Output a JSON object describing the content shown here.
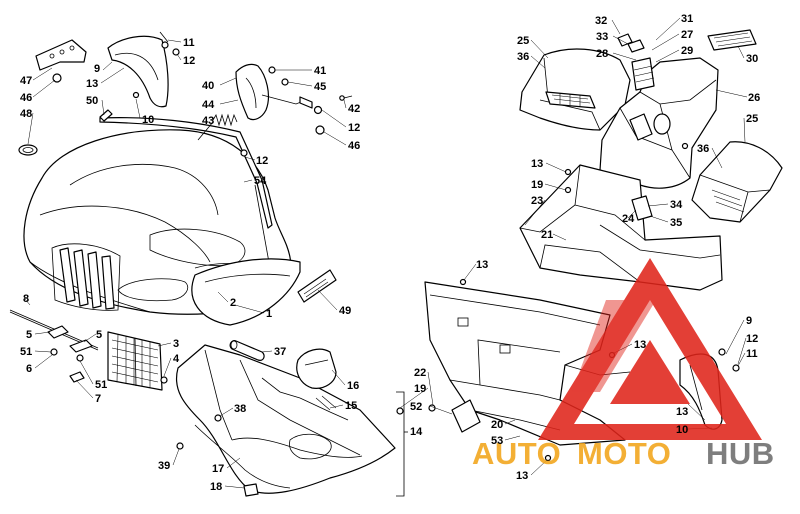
{
  "callouts": [
    {
      "id": "c1",
      "text": "11"
    },
    {
      "id": "c2",
      "text": "12"
    },
    {
      "id": "c3",
      "text": "9"
    },
    {
      "id": "c4",
      "text": "13"
    },
    {
      "id": "c5",
      "text": "50"
    },
    {
      "id": "c6",
      "text": "10"
    },
    {
      "id": "c7",
      "text": "47"
    },
    {
      "id": "c8",
      "text": "46"
    },
    {
      "id": "c9",
      "text": "48"
    },
    {
      "id": "c10",
      "text": "41"
    },
    {
      "id": "c11",
      "text": "45"
    },
    {
      "id": "c12",
      "text": "40"
    },
    {
      "id": "c13",
      "text": "44"
    },
    {
      "id": "c14",
      "text": "43"
    },
    {
      "id": "c15",
      "text": "42"
    },
    {
      "id": "c16",
      "text": "12"
    },
    {
      "id": "c17",
      "text": "46"
    },
    {
      "id": "c18",
      "text": "12"
    },
    {
      "id": "c19",
      "text": "54"
    },
    {
      "id": "c20",
      "text": "2"
    },
    {
      "id": "c21",
      "text": "1"
    },
    {
      "id": "c22",
      "text": "49"
    },
    {
      "id": "c23",
      "text": "8"
    },
    {
      "id": "c24",
      "text": "5"
    },
    {
      "id": "c25",
      "text": "5"
    },
    {
      "id": "c26",
      "text": "51"
    },
    {
      "id": "c27",
      "text": "6"
    },
    {
      "id": "c28",
      "text": "51"
    },
    {
      "id": "c29",
      "text": "7"
    },
    {
      "id": "c30",
      "text": "3"
    },
    {
      "id": "c31",
      "text": "4"
    },
    {
      "id": "c32",
      "text": "37"
    },
    {
      "id": "c33",
      "text": "16"
    },
    {
      "id": "c34",
      "text": "15"
    },
    {
      "id": "c35",
      "text": "38"
    },
    {
      "id": "c36",
      "text": "39"
    },
    {
      "id": "c37",
      "text": "17"
    },
    {
      "id": "c38",
      "text": "18"
    },
    {
      "id": "c39",
      "text": "22"
    },
    {
      "id": "c40",
      "text": "19"
    },
    {
      "id": "c41",
      "text": "52"
    },
    {
      "id": "c42",
      "text": "14"
    },
    {
      "id": "c43",
      "text": "32"
    },
    {
      "id": "c44",
      "text": "31"
    },
    {
      "id": "c45",
      "text": "33"
    },
    {
      "id": "c46",
      "text": "27"
    },
    {
      "id": "c47",
      "text": "28"
    },
    {
      "id": "c48",
      "text": "29"
    },
    {
      "id": "c49",
      "text": "25"
    },
    {
      "id": "c50",
      "text": "36"
    },
    {
      "id": "c51",
      "text": "30"
    },
    {
      "id": "c52",
      "text": "26"
    },
    {
      "id": "c53",
      "text": "25"
    },
    {
      "id": "c54",
      "text": "36"
    },
    {
      "id": "c55",
      "text": "13"
    },
    {
      "id": "c56",
      "text": "19"
    },
    {
      "id": "c57",
      "text": "23"
    },
    {
      "id": "c58",
      "text": "34"
    },
    {
      "id": "c59",
      "text": "24"
    },
    {
      "id": "c60",
      "text": "35"
    },
    {
      "id": "c61",
      "text": "21"
    },
    {
      "id": "c62",
      "text": "13"
    },
    {
      "id": "c63",
      "text": "9"
    },
    {
      "id": "c64",
      "text": "12"
    },
    {
      "id": "c65",
      "text": "13"
    },
    {
      "id": "c66",
      "text": "11"
    },
    {
      "id": "c67",
      "text": "13"
    },
    {
      "id": "c68",
      "text": "10"
    },
    {
      "id": "c69",
      "text": "20"
    },
    {
      "id": "c70",
      "text": "53"
    },
    {
      "id": "c71",
      "text": "13"
    }
  ],
  "watermark": {
    "part1": "AUTO",
    "part2": "MOTO",
    "part3": "HUB",
    "color_red": "#e0251b",
    "color_orange": "#f2a51a",
    "color_gray": "#6d6d6d"
  }
}
